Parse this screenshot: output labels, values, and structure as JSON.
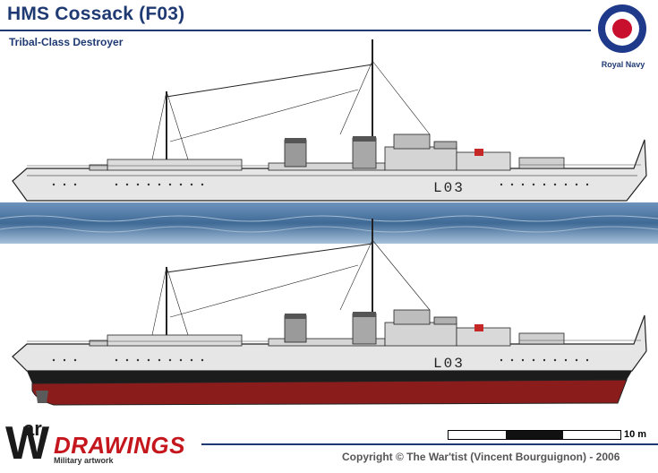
{
  "header": {
    "title": "HMS Cossack (F03)",
    "subtitle": "Tribal-Class Destroyer"
  },
  "insignia": {
    "label": "Royal Navy",
    "icon": "raf-roundel-icon",
    "colors": {
      "outer": "#1f3a8a",
      "ring": "#ffffff",
      "center": "#c8102e"
    }
  },
  "ships": {
    "top_view": {
      "pennant": "L03"
    },
    "bottom_view": {
      "pennant": "L03"
    }
  },
  "scale": {
    "label": "10 m"
  },
  "footer": {
    "copyright": "Copyright © The War'tist (Vincent Bourguignon) - 2006"
  },
  "logo": {
    "letters_ar": "ar",
    "letter_w": "W",
    "word": "DRAWINGS",
    "tagline": "Military artwork",
    "colors": {
      "w": "#1a1a1a",
      "drawings": "#c4161c"
    }
  },
  "colors": {
    "accent": "#1f3a73",
    "hull": "#e6e6e6",
    "boot_topping": "#1c1c1c",
    "antifouling": "#8a1c1c",
    "sea": "#3f6a96"
  }
}
